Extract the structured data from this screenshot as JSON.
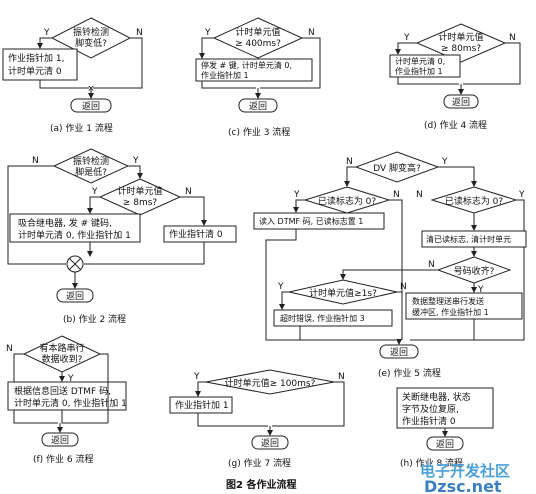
{
  "figure": {
    "caption": "图2   各作业流程",
    "watermark_top": "电子开发社区",
    "watermark_bottom": "Dzsc.net"
  },
  "f1": {
    "decision": [
      "振铃检测",
      "脚变低?"
    ],
    "y": "Y",
    "n": "N",
    "process": [
      "作业指针加 1,",
      "计时单元清 0"
    ],
    "return": "返回",
    "caption": "(a) 作业 1 流程"
  },
  "f3": {
    "decision": [
      "计时单元值",
      "≥ 400ms?"
    ],
    "y": "Y",
    "n": "N",
    "process": [
      "停发 # 键, 计时单元清 0,",
      "作业指针加 1"
    ],
    "return": "返回",
    "caption": "(c) 作业 3 流程"
  },
  "f4": {
    "decision": [
      "计时单元值",
      "≥ 80ms?"
    ],
    "y": "Y",
    "n": "N",
    "process": [
      "计时单元清 0,",
      "作业指针加 1"
    ],
    "return": "返回",
    "caption": "(d) 作业 4 流程"
  },
  "f2": {
    "decision1": [
      "振铃检测",
      "脚是低?"
    ],
    "decision2": [
      "计时单元值",
      "≥ 8ms?"
    ],
    "y": "Y",
    "n": "N",
    "process1": [
      "吸合继电器, 发 # 键码,",
      "计时单元清 0, 作业指针加 1"
    ],
    "process2": "作业指针清 0",
    "return": "返回",
    "caption": "(b) 作业 2 流程"
  },
  "f5": {
    "decision_top": "DV 脚变高?",
    "decision_left": "已读标志为 0?",
    "decision_right": "已读标志为 0?",
    "process_read": "读入 DTMF 码, 已读标志置 1",
    "process_clear": "清已读标志, 清计时单元",
    "decision_code": "号码收齐?",
    "decision_time": "计时单元值≥1s?",
    "process_timeout": "超时错误, 作业指针加 3",
    "process_send": [
      "数据整理送串行发送",
      "缓冲区, 作业指针加 1"
    ],
    "y": "Y",
    "n": "N",
    "return": "返回",
    "caption": "(e) 作业 5 流程"
  },
  "f6": {
    "decision": [
      "有本路串行",
      "数据收到?"
    ],
    "y": "Y",
    "n": "N",
    "process": [
      "根据信息回送 DTMF 码,",
      "计时单元清 0, 作业指针加 1"
    ],
    "return": "返回",
    "caption": "(f) 作业 6 流程"
  },
  "f7": {
    "decision": "计时单元值≥ 100ms?",
    "y": "Y",
    "n": "N",
    "process": "作业指针加 1",
    "return": "返回",
    "caption": "(g) 作业 7 流程"
  },
  "f8": {
    "process": [
      "关断继电器, 状态",
      "字节及位复原,",
      "作业指针清 0"
    ],
    "return": "返回",
    "caption": "(h) 作业 8 流程"
  }
}
